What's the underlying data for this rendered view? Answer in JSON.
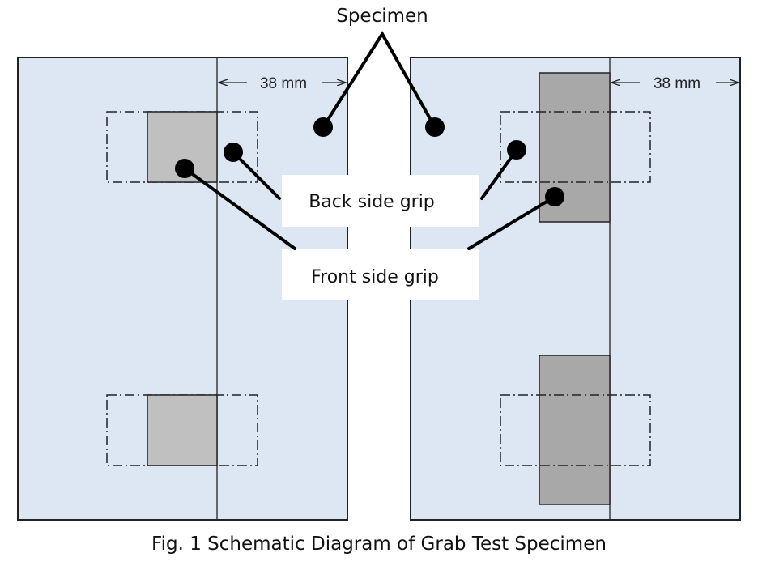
{
  "title": "Specimen",
  "caption": "Fig. 1 Schematic Diagram of Grab Test Specimen",
  "labels": {
    "specimen": "Specimen",
    "back_grip": "Back side grip",
    "front_grip": "Front side grip"
  },
  "panels": [
    {
      "name": "left-specimen",
      "dimension": "38 mm",
      "grip_style": "square"
    },
    {
      "name": "right-specimen",
      "dimension": "38 mm",
      "grip_style": "elongated"
    }
  ],
  "colors": {
    "specimen_fill": "#dde7f4",
    "light_grip": "#c0c0c0",
    "dark_grip": "#a8a8a8",
    "outline": "#222222",
    "leader": "#000000"
  }
}
